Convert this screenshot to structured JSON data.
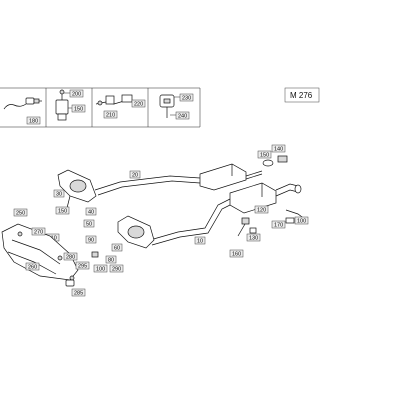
{
  "model_label": "M 276",
  "callouts": {
    "c180": "180",
    "c200": "200",
    "c150a": "150",
    "c210": "210",
    "c220": "220",
    "c230": "230",
    "c240": "240",
    "c20": "20",
    "c150b": "150",
    "c140": "140",
    "c250": "250",
    "c30": "30",
    "c150c": "150",
    "c40": "40",
    "c270": "270",
    "c260": "260",
    "c50": "50",
    "c110": "110",
    "c90": "90",
    "c60": "60",
    "c80": "80",
    "c10": "10",
    "c120": "120",
    "c130": "130",
    "c160": "160",
    "c170": "170",
    "c100": "100",
    "c290": "290",
    "c280": "280",
    "c295": "295",
    "c285": "285"
  },
  "icons": [
    "oxygen-sensor",
    "clamp",
    "bracket",
    "catalytic-converter",
    "silencer",
    "exhaust-pipe",
    "rubber-mount",
    "heat-shield"
  ]
}
